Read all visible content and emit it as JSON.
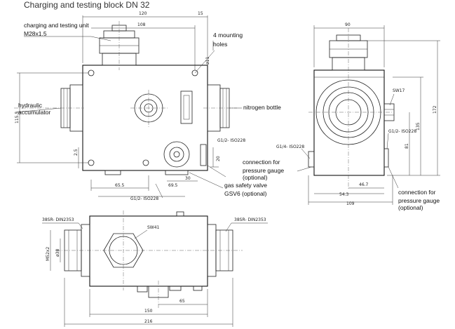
{
  "title": "Charging and testing block DN 32",
  "labels": {
    "charging_unit": "charging and testing unit",
    "thread": "M28x1.5",
    "mounting_holes_1": "4 mounting",
    "mounting_holes_2": "holes",
    "hydraulic_1": "hydraulic",
    "hydraulic_2": "accumulator",
    "nitrogen": "nitrogen bottle",
    "conn_gauge_a_1": "connection for",
    "conn_gauge_a_2": "pressure gauge",
    "conn_gauge_a_3": "(optional)",
    "gas_valve_1": "gas safety valve",
    "gas_valve_2": "GSV6 (optional)",
    "conn_gauge_b_1": "connection for",
    "conn_gauge_b_2": "pressure gauge",
    "conn_gauge_b_3": "(optional)"
  },
  "dims": {
    "d120": "120",
    "d15": "15",
    "d108": "108",
    "d11": "ø11",
    "d1155": "115.5",
    "d25": "2.5",
    "d20": "20",
    "d30": "30",
    "d655": "65.5",
    "d695": "69.5",
    "g12_a": "G1/2- ISO228",
    "g12_b": "G1/2- ISO228",
    "d90": "90",
    "sw17": "SW17",
    "d135": "135",
    "d172": "172",
    "d81": "81",
    "g12_c": "G1/2- ISO228",
    "g14": "G1/4- ISO228",
    "d467": "46.7",
    "d543": "54.3",
    "d109": "109",
    "thr_l": "38SR- DIN2353",
    "thr_r": "38SR- DIN2353",
    "sw41": "SW41",
    "m52": "M52x2",
    "d38": "ø38",
    "d65": "65",
    "d150": "150",
    "d216": "216"
  },
  "colors": {
    "line": "#222222",
    "paper": "#ffffff"
  }
}
